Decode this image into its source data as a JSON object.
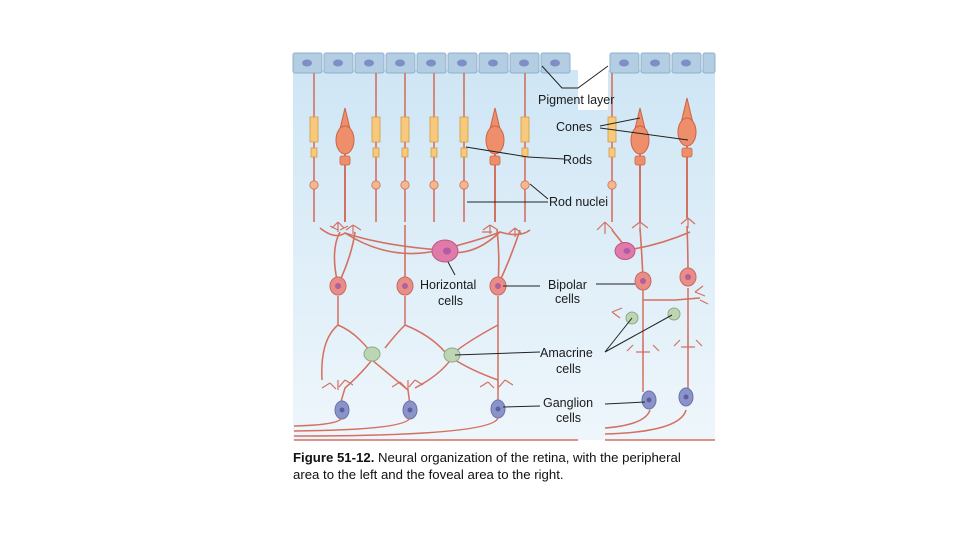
{
  "colors": {
    "background_panel": "#d9ecf7",
    "pigment_cell": "#b3cde3",
    "pigment_nucleus": "#7f8ec4",
    "rod_segment": "#f6c97c",
    "cone_cell": "#ee8e6a",
    "neuron_fiber": "#d47060",
    "horizontal_cell": "#e07aa8",
    "bipolar_cell": "#ea8d86",
    "amacrine_cell": "#bcd6b4",
    "ganglion_cell": "#8b94c8"
  },
  "labels": {
    "pigment_layer": "Pigment layer",
    "cones": "Cones",
    "rods": "Rods",
    "rod_nuclei": "Rod nuclei",
    "horizontal_cells_line1": "Horizontal",
    "horizontal_cells_line2": "cells",
    "bipolar_cells_line1": "Bipolar",
    "bipolar_cells_line2": "cells",
    "amacrine_cells_line1": "Amacrine",
    "amacrine_cells_line2": "cells",
    "ganglion_cells_line1": "Ganglion",
    "ganglion_cells_line2": "cells"
  },
  "caption": {
    "figure_number": "Figure 51-12.",
    "text_line1": "Neural organization of the retina, with the peripheral",
    "text_line2": "area to the left and the foveal area to the right."
  }
}
